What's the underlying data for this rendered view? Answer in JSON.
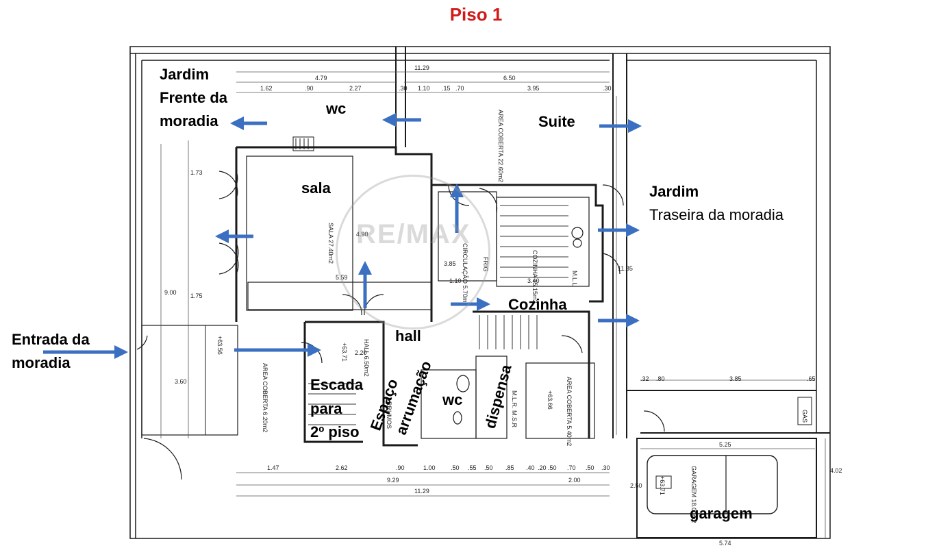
{
  "title": "Piso 1",
  "labels": {
    "jardim_frente_1": "Jardim",
    "jardim_frente_2": "Frente da",
    "jardim_frente_3": "moradia",
    "wc_top": "wc",
    "suite": "Suite",
    "jardim_traseira_1": "Jardim",
    "jardim_traseira_2": "Traseira da moradia",
    "sala": "sala",
    "cozinha": "Cozinha",
    "entrada_1": "Entrada da",
    "entrada_2": "moradia",
    "hall": "hall",
    "escada_1": "Escada",
    "escada_2": "para",
    "escada_3": "2º piso",
    "espaco": "Espaço",
    "arrumacao": "arrumação",
    "wc_bottom": "wc",
    "dispensa": "dispensa",
    "garagem": "garagem"
  },
  "watermark": "RE/MAX",
  "dimensions": {
    "d1": "11.29",
    "d2": "4.79",
    "d3": "6.50",
    "d4": "1.62",
    "d5": ".90",
    "d6": "2.27",
    "d7": ".30",
    "d8": "1.10",
    "d9": ".15",
    "d10": ".70",
    "d11": "3.95",
    "d12": ".30",
    "d13": "5.59",
    "d14": "3.85",
    "d15": "1.10",
    "d16": "3.40",
    "d17": "11.85",
    "d18": ".32",
    "d19": ".80",
    "d20": "3.85",
    "d21": ".65",
    "d22": "5.25",
    "d23": "1.47",
    "d24": "2.62",
    "d25": ".90",
    "d26": "1.00",
    "d27": ".50",
    "d28": ".55",
    "d29": ".50",
    "d30": ".85",
    "d31": ".40",
    "d32": ".20",
    "d33": ".50",
    "d34": ".70",
    "d35": ".50",
    "d36": ".30",
    "d37": "9.29",
    "d38": "2.00",
    "d39": "11.29",
    "d40": "5.74",
    "d41": "2.50",
    "d42": "4.02",
    "d43": "9.00",
    "d44": "3.60",
    "d45": "2.20",
    "d46": "1.73",
    "d47": "1.75",
    "d48": "4.90"
  },
  "room_notes": {
    "sala_area": "SALA 27.40m2",
    "circ": "CIRCULAÇÃO 5.70m2",
    "cozinha_area": "COZINHA 15.15m2",
    "hall_area": "HALL 6.50m2",
    "area_coberta_1": "AREA COBERTA 22.60m2",
    "area_coberta_2": "AREA COBERTA 6.20m2",
    "area_coberta_3": "AREA COBERTA 5.40m2",
    "garagem_area": "GARAGEM 18.00m2",
    "level_1": "+63.71",
    "level_2": "+63.66",
    "level_3": "+63.56",
    "level_4": "+63.71",
    "arrumos": "ARRUMOS",
    "frig": "FRIG",
    "mlr": "M.L.R. M.S.R",
    "mll": "M.L.L",
    "gas": "GAS"
  },
  "colors": {
    "arrow": "#3a6fc1",
    "title": "#d11a1a",
    "wall": "#1a1a1a"
  }
}
